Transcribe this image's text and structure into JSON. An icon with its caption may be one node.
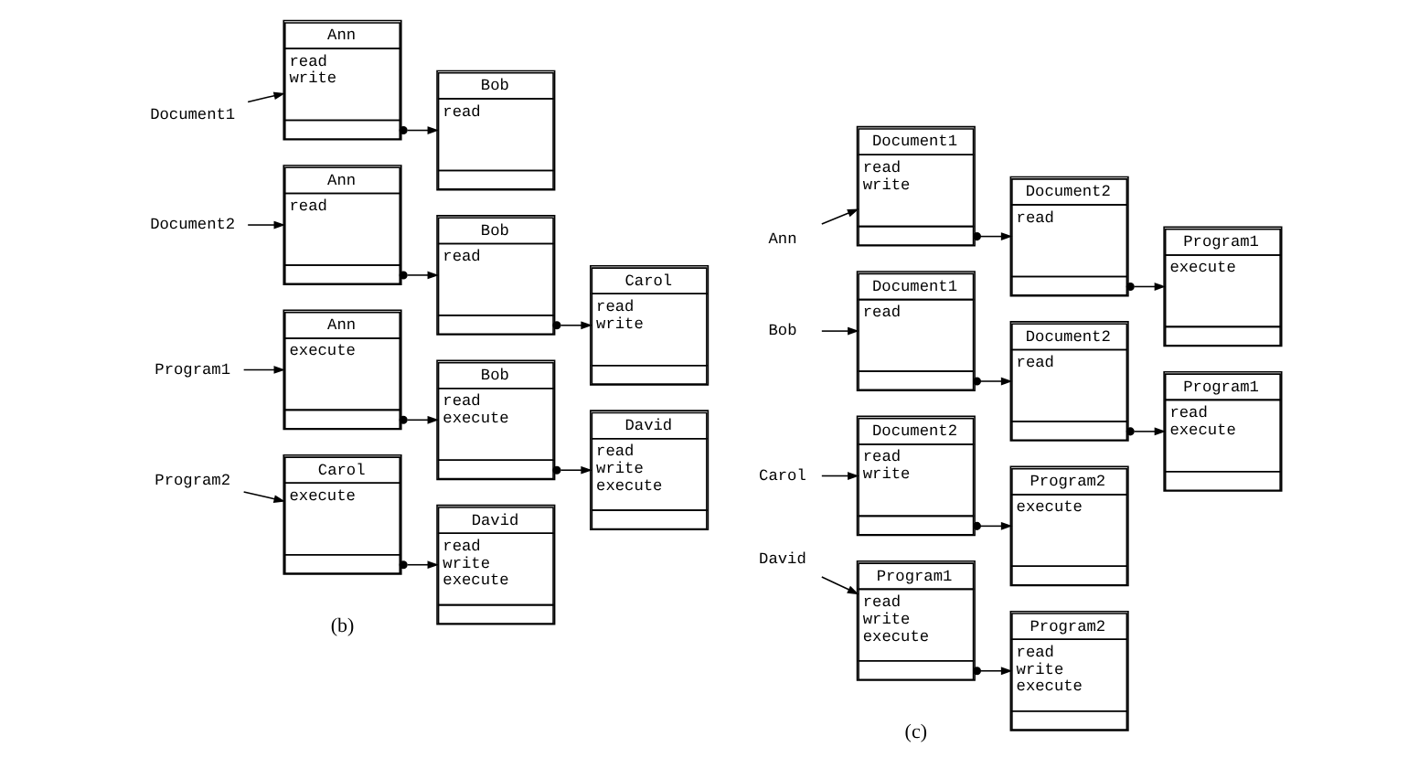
{
  "diagram": {
    "nodes": [
      {
        "text": [
          "Document1"
        ]
      },
      {
        "text": [
          "Ann",
          "read write"
        ]
      },
      {
        "text": [
          "Bob",
          "read"
        ]
      },
      {
        "text": [
          "Document2"
        ]
      },
      {
        "text": [
          "Ann",
          "read"
        ]
      },
      {
        "text": [
          "Bob",
          "read"
        ]
      },
      {
        "text": [
          "Carol",
          "read write"
        ]
      },
      {
        "text": [
          "Program1"
        ]
      },
      {
        "text": [
          "Ann",
          "execute"
        ]
      },
      {
        "text": [
          "Bob",
          "read execute"
        ]
      },
      {
        "text": [
          "David",
          "read write execute"
        ]
      },
      {
        "text": [
          "Program2"
        ]
      },
      {
        "text": [
          "Carol",
          "execute"
        ]
      },
      {
        "text": [
          "David",
          "read write execute"
        ]
      },
      {
        "text": [
          "Ann"
        ]
      },
      {
        "text": [
          "Document1",
          "read write"
        ]
      },
      {
        "text": [
          "Document2",
          "read"
        ]
      },
      {
        "text": [
          "Program1",
          "execute"
        ]
      },
      {
        "text": [
          "Bob"
        ]
      },
      {
        "text": [
          "Document1",
          "read"
        ]
      },
      {
        "text": [
          "Document2",
          "read"
        ]
      },
      {
        "text": [
          "Program1",
          "read execute"
        ]
      },
      {
        "text": [
          "Carol"
        ]
      },
      {
        "text": [
          "Document2",
          "read write"
        ]
      },
      {
        "text": [
          "Program2",
          "execute"
        ]
      },
      {
        "text": [
          "David"
        ]
      },
      {
        "text": [
          "Program1",
          "read write execute"
        ]
      },
      {
        "text": [
          "Program2",
          "read write execute"
        ]
      }
    ],
    "edges": [
      {
        "from": 0,
        "to": 1,
        "arrow": "to"
      },
      {
        "from": 1,
        "to": 2,
        "arrow": "to"
      },
      {
        "from": 3,
        "to": 4,
        "arrow": "to"
      },
      {
        "from": 4,
        "to": 5,
        "arrow": "to"
      },
      {
        "from": 5,
        "to": 6,
        "arrow": "to"
      },
      {
        "from": 7,
        "to": 8,
        "arrow": "to"
      },
      {
        "from": 8,
        "to": 9,
        "arrow": "to"
      },
      {
        "from": 9,
        "to": 10,
        "arrow": "to"
      },
      {
        "from": 11,
        "to": 12,
        "arrow": "to"
      },
      {
        "from": 12,
        "to": 13,
        "arrow": "to"
      },
      {
        "from": 14,
        "to": 15,
        "arrow": "to"
      },
      {
        "from": 15,
        "to": 16,
        "arrow": "to"
      },
      {
        "from": 16,
        "to": 17,
        "arrow": "to"
      },
      {
        "from": 18,
        "to": 19,
        "arrow": "to"
      },
      {
        "from": 19,
        "to": 20,
        "arrow": "to"
      },
      {
        "from": 20,
        "to": 21,
        "arrow": "to"
      },
      {
        "from": 22,
        "to": 23,
        "arrow": "to"
      },
      {
        "from": 23,
        "to": 24,
        "arrow": "to"
      },
      {
        "from": 25,
        "to": 26,
        "arrow": "to"
      },
      {
        "from": 26,
        "to": 27,
        "arrow": "to"
      }
    ],
    "labels": [
      "(b)",
      "(c)"
    ]
  }
}
